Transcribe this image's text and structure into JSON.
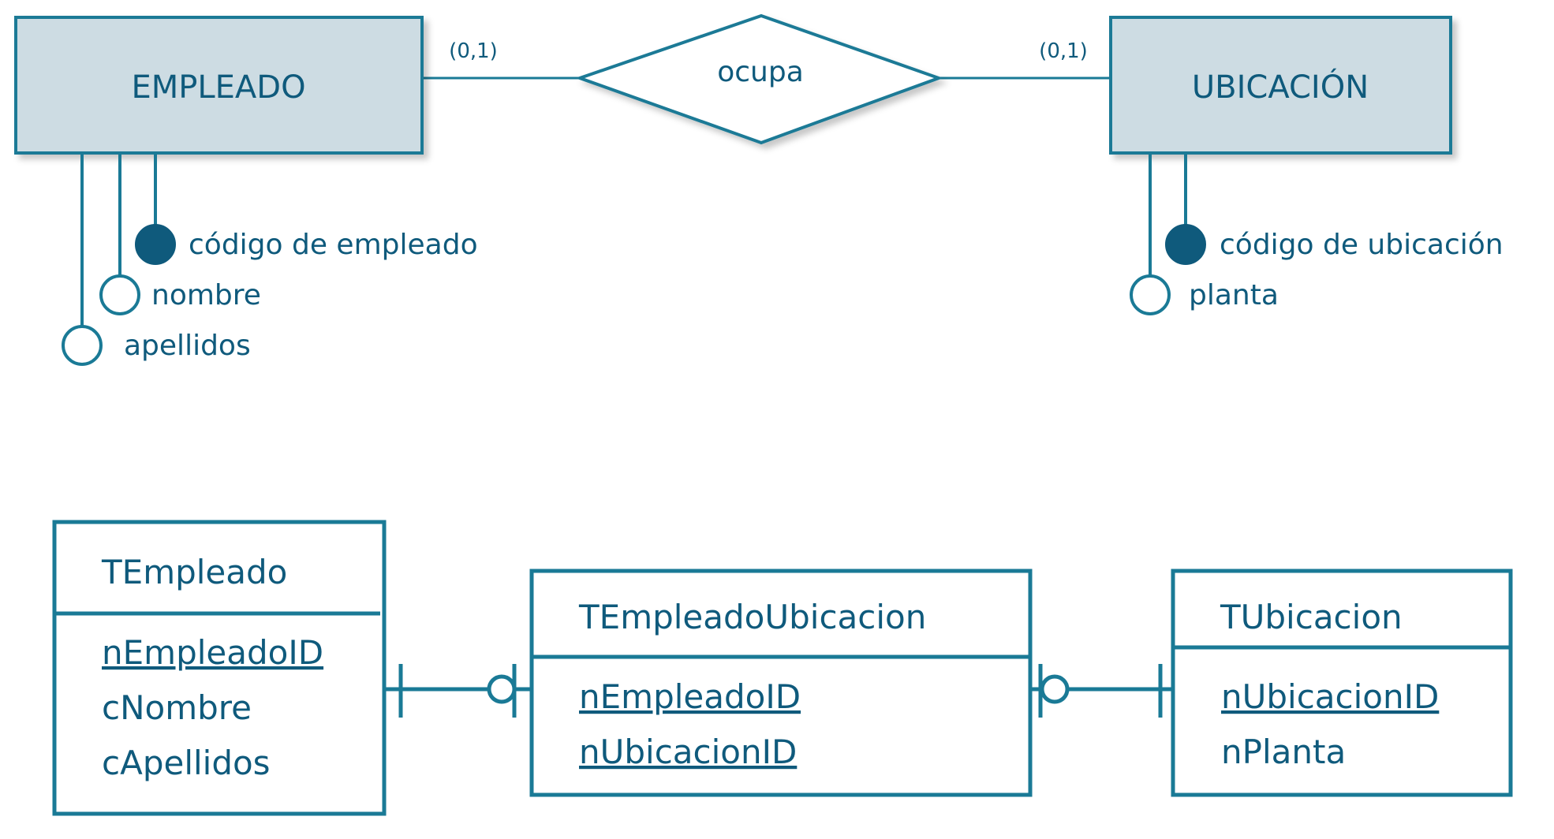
{
  "colors": {
    "stroke": "#1a7a96",
    "text": "#0f5a7c",
    "entity_fill": "#cddce3",
    "key_dot": "#0f5a7c",
    "background": "#ffffff"
  },
  "er": {
    "entity_left": "EMPLEADO",
    "entity_right": "UBICACIÓN",
    "relationship": "ocupa",
    "card_left": "(0,1)",
    "card_right": "(0,1)",
    "left_attrs": {
      "key": "código de empleado",
      "attr1": "nombre",
      "attr2": "apellidos"
    },
    "right_attrs": {
      "key": "código de ubicación",
      "attr1": "planta"
    }
  },
  "tables": {
    "left": {
      "name": "TEmpleado",
      "fields": [
        "nEmpleadoID",
        "cNombre",
        "cApellidos"
      ]
    },
    "middle": {
      "name": "TEmpleadoUbicacion",
      "fields": [
        "nEmpleadoID",
        "nUbicacionID"
      ]
    },
    "right": {
      "name": "TUbicacion",
      "fields": [
        "nUbicacionID",
        "nPlanta"
      ]
    }
  }
}
